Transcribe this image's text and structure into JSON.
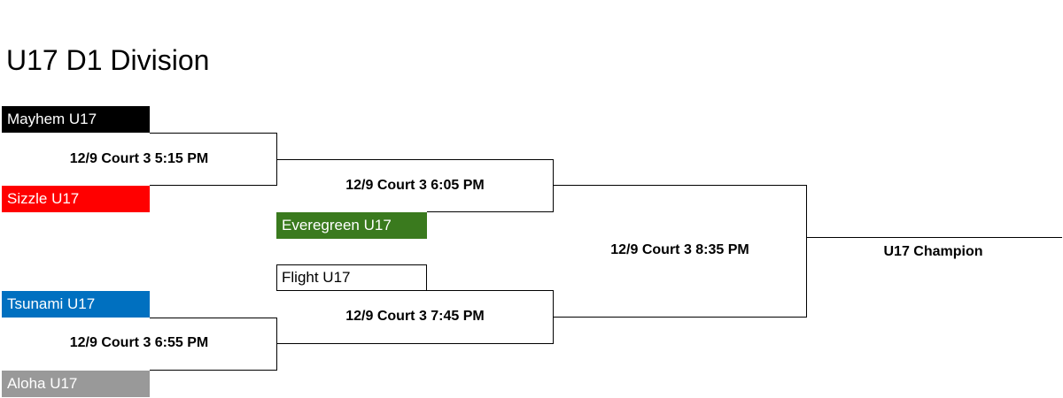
{
  "title": "U17 D1 Division",
  "teams": {
    "mayhem": {
      "label": "Mayhem U17",
      "bg": "#000000",
      "fg": "#ffffff"
    },
    "sizzle": {
      "label": "Sizzle U17",
      "bg": "#ff0000",
      "fg": "#ffffff"
    },
    "evergreen": {
      "label": "Everegreen U17",
      "bg": "#3a7a1e",
      "fg": "#ffffff"
    },
    "flight": {
      "label": "Flight U17",
      "bg": "#ffffff",
      "fg": "#000000"
    },
    "tsunami": {
      "label": "Tsunami U17",
      "bg": "#0070c0",
      "fg": "#ffffff"
    },
    "aloha": {
      "label": "Aloha U17",
      "bg": "#999999",
      "fg": "#ffffff"
    }
  },
  "games": {
    "r1_top": "12/9 Court 3 5:15 PM",
    "r1_bottom": "12/9 Court 3 6:55 PM",
    "r2_top": "12/9 Court 3 6:05 PM",
    "r2_bottom": "12/9 Court 3 7:45 PM",
    "final": "12/9 Court 3 8:35 PM"
  },
  "champion": "U17 Champion"
}
